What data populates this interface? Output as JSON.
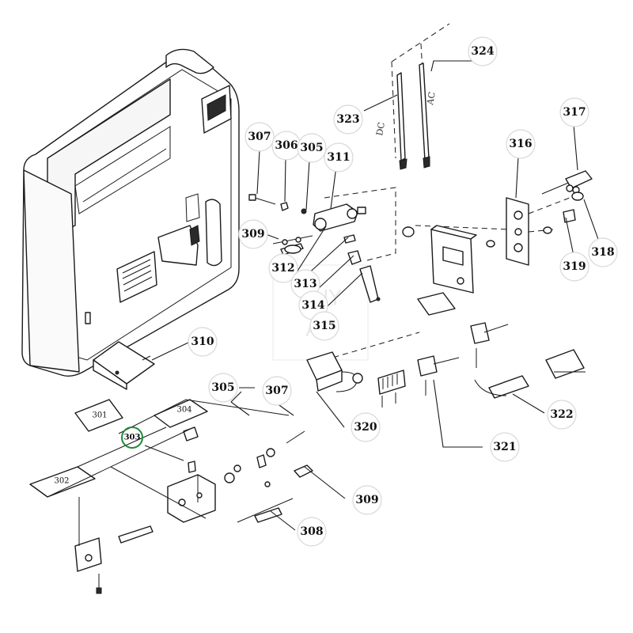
{
  "diagram": {
    "callouts": [
      {
        "id": "324",
        "label": "324"
      },
      {
        "id": "323",
        "label": "323"
      },
      {
        "id": "317",
        "label": "317"
      },
      {
        "id": "316",
        "label": "316"
      },
      {
        "id": "307",
        "label": "307"
      },
      {
        "id": "306",
        "label": "306"
      },
      {
        "id": "305",
        "label": "305"
      },
      {
        "id": "311",
        "label": "311"
      },
      {
        "id": "309",
        "label": "309"
      },
      {
        "id": "312",
        "label": "312"
      },
      {
        "id": "313",
        "label": "313"
      },
      {
        "id": "314",
        "label": "314"
      },
      {
        "id": "315",
        "label": "315"
      },
      {
        "id": "318",
        "label": "318"
      },
      {
        "id": "319",
        "label": "319"
      },
      {
        "id": "310",
        "label": "310"
      },
      {
        "id": "305b",
        "label": "305"
      },
      {
        "id": "307b",
        "label": "307"
      },
      {
        "id": "320",
        "label": "320"
      },
      {
        "id": "322",
        "label": "322"
      },
      {
        "id": "321",
        "label": "321"
      },
      {
        "id": "309b",
        "label": "309"
      },
      {
        "id": "308",
        "label": "308"
      }
    ],
    "boxed_labels": [
      {
        "id": "301",
        "label": "301"
      },
      {
        "id": "304",
        "label": "304"
      },
      {
        "id": "302",
        "label": "302"
      }
    ],
    "highlighted": {
      "id": "303",
      "label": "303",
      "color": "#1e8a3a"
    },
    "wire_labels": {
      "dc": "DC",
      "ac": "AC"
    },
    "watermark": "ZUY AD"
  }
}
